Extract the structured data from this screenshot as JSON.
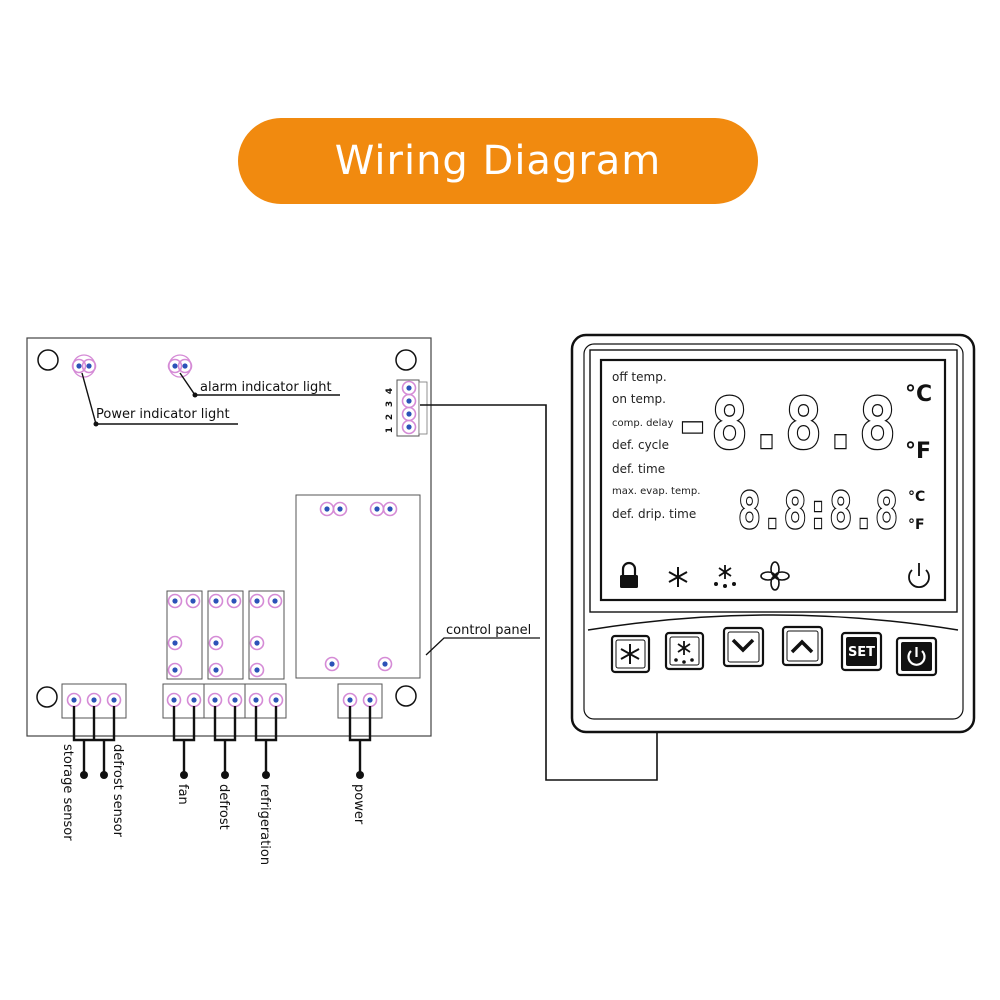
{
  "title": "Wiring Diagram",
  "board_labels": {
    "power_light": "Power indicator light",
    "alarm_light": "alarm indicator light",
    "control_panel": "control panel",
    "pins": [
      "4",
      "3",
      "2",
      "1"
    ]
  },
  "terminals": {
    "storage_sensor": "storage sensor",
    "defrost_sensor": "defrost sensor",
    "fan": "fan",
    "defrost": "defrost",
    "refrigeration": "refrigeration",
    "power": "power"
  },
  "lcd": {
    "params": [
      "off temp.",
      "on temp.",
      "comp. delay",
      "def. cycle",
      "def. time",
      "max. evap. temp.",
      "def. drip. time"
    ],
    "top_display": "-8.8.8",
    "bottom_display": "8.8:8.8",
    "unit_c": "°C",
    "unit_f": "°F"
  },
  "buttons": {
    "set": "SET"
  },
  "colors": {
    "accent": "#f18a0f",
    "pad_ring": "#d58bd6",
    "pad_dot": "#2b52b8"
  },
  "icons": [
    "lock-icon",
    "snowflake-icon",
    "defrost-icon",
    "fan-icon",
    "power-icon",
    "down-arrow-icon",
    "up-arrow-icon"
  ]
}
